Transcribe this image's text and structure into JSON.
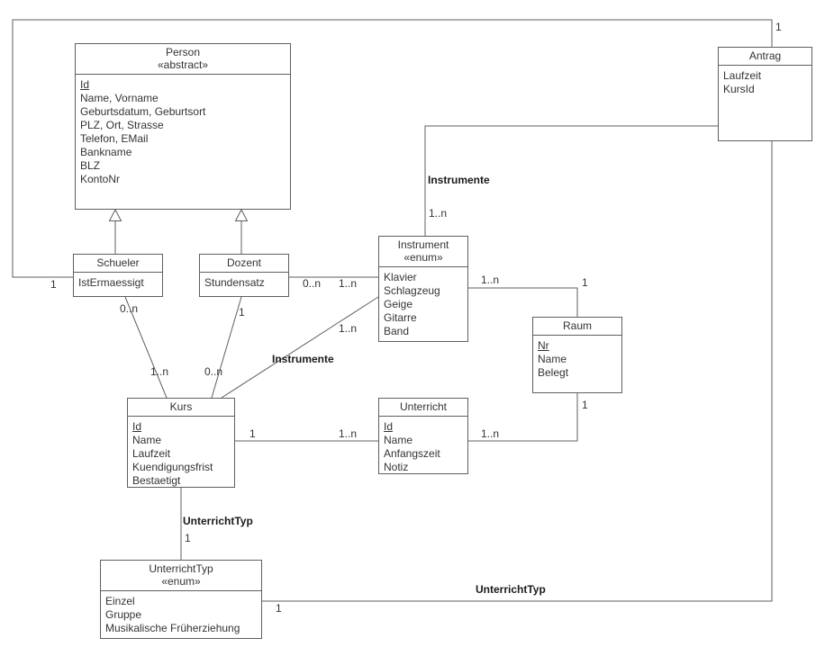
{
  "classes": {
    "person": {
      "title": "Person",
      "stereotype": "«abstract»",
      "attributes": [
        "Id",
        "Name, Vorname",
        "Geburtsdatum, Geburtsort",
        "PLZ, Ort, Strasse",
        "Telefon, EMail",
        "Bankname",
        "BLZ",
        "KontoNr"
      ]
    },
    "antrag": {
      "title": "Antrag",
      "attributes": [
        "Laufzeit",
        "KursId"
      ]
    },
    "schueler": {
      "title": "Schueler",
      "attributes": [
        "IstErmaessigt"
      ]
    },
    "dozent": {
      "title": "Dozent",
      "attributes": [
        "Stundensatz"
      ]
    },
    "instrument": {
      "title": "Instrument",
      "stereotype": "«enum»",
      "attributes": [
        "Klavier",
        "Schlagzeug",
        "Geige",
        "Gitarre",
        "Band"
      ]
    },
    "raum": {
      "title": "Raum",
      "attributes": [
        "Nr",
        "Name",
        "Belegt"
      ]
    },
    "kurs": {
      "title": "Kurs",
      "attributes": [
        "Id",
        "Name",
        "Laufzeit",
        "Kuendigungsfrist",
        "Bestaetigt"
      ]
    },
    "unterricht": {
      "title": "Unterricht",
      "attributes": [
        "Id",
        "Name",
        "Anfangszeit",
        "Notiz"
      ]
    },
    "unterrichttyp": {
      "title": "UnterrichtTyp",
      "stereotype": "«enum»",
      "attributes": [
        "Einzel",
        "Gruppe",
        "Musikalische Früherziehung"
      ]
    }
  },
  "edge_labels": {
    "schueler_antrag_at_schueler": "1",
    "schueler_antrag_at_antrag": "1",
    "schueler_kurs_at_schueler": "0..n",
    "schueler_kurs_at_kurs": "1..n",
    "dozent_kurs_at_dozent": "1",
    "dozent_kurs_at_kurs": "0..n",
    "dozent_instrument_at_dozent": "0..n",
    "dozent_instrument_at_instrument": "1..n",
    "kurs_instrument_name": "Instrumente",
    "kurs_instrument_at_instrument": "1..n",
    "antrag_instrument_name": "Instrumente",
    "antrag_instrument_at_instrument": "1..n",
    "instrument_raum_at_instrument": "1..n",
    "instrument_raum_at_raum": "1",
    "raum_unterricht_at_raum": "1",
    "raum_unterricht_at_unterricht": "1..n",
    "kurs_unterricht_at_kurs": "1",
    "kurs_unterricht_at_unterricht": "1..n",
    "kurs_unterrichttyp_name": "UnterrichtTyp",
    "kurs_unterrichttyp_at_typ": "1",
    "antrag_unterrichttyp_name": "UnterrichtTyp",
    "antrag_unterrichttyp_at_typ": "1"
  }
}
